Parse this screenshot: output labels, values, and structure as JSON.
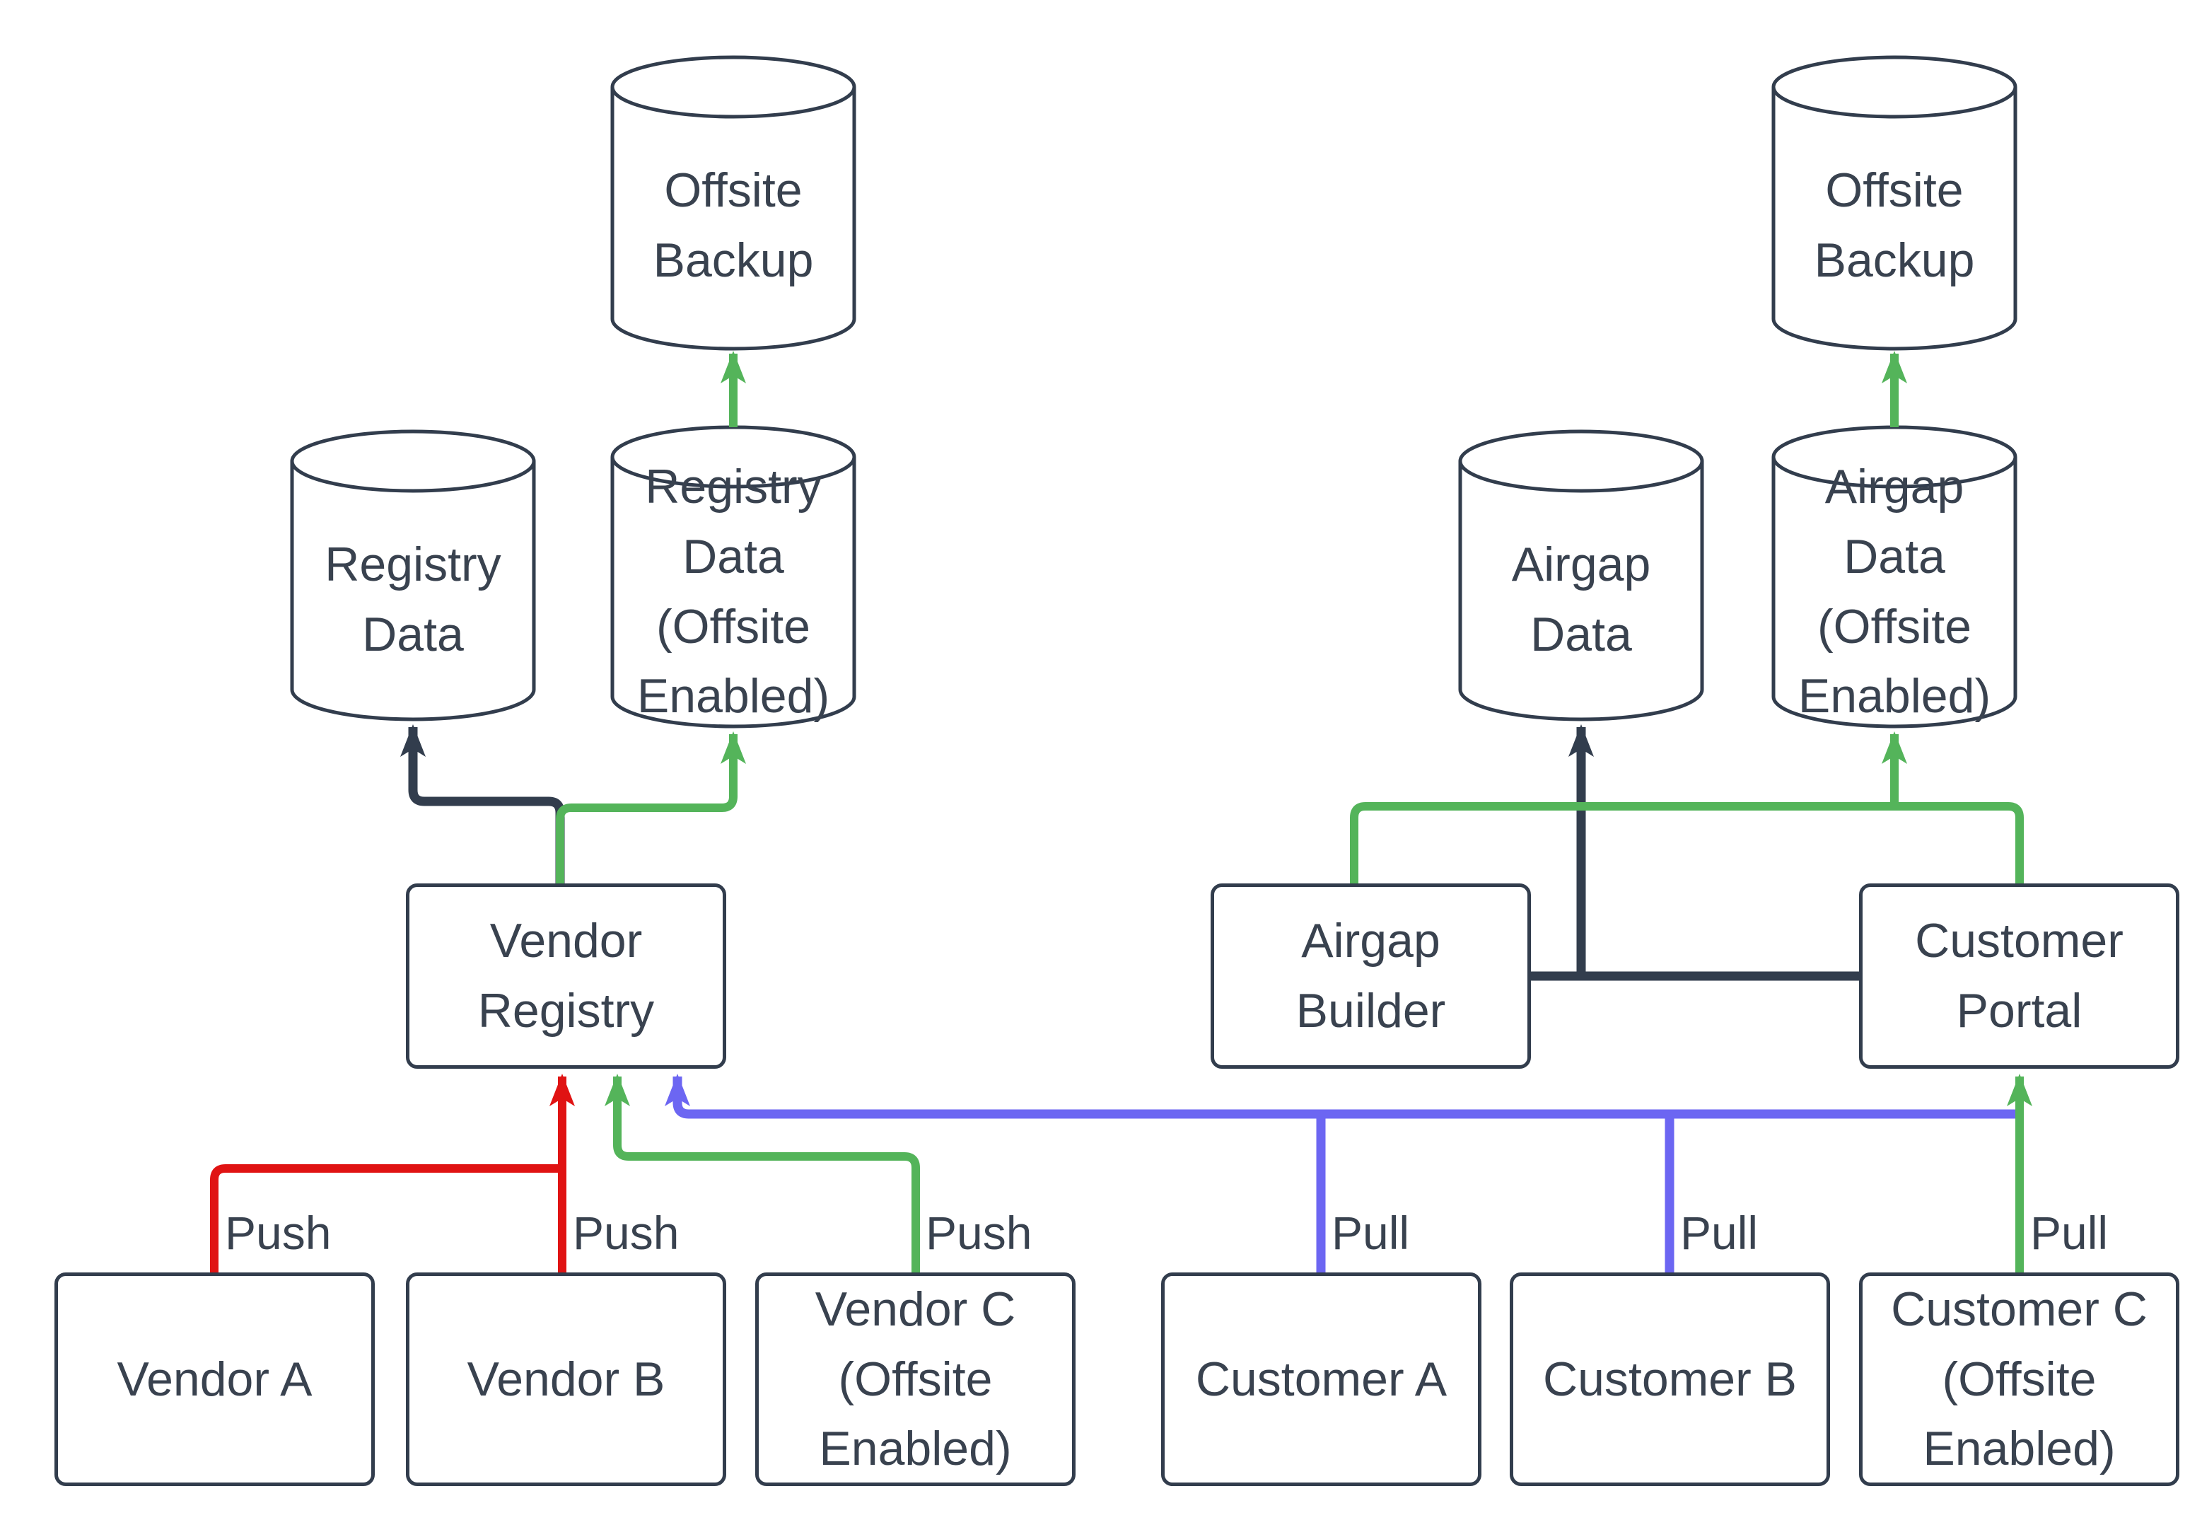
{
  "diagram_title": "",
  "colors": {
    "dark": "#323d4d",
    "red": "#e01313",
    "green": "#54b45a",
    "purple": "#6c66f2",
    "background": "#ffffff",
    "text": "#39424f"
  },
  "nodes": {
    "offsite_backup_left": {
      "label": "Offsite\nBackup",
      "shape": "cylinder"
    },
    "registry_data": {
      "label": "Registry\nData",
      "shape": "cylinder"
    },
    "registry_data_offsite": {
      "label": "Registry\nData\n(Offsite\nEnabled)",
      "shape": "cylinder"
    },
    "vendor_registry": {
      "label": "Vendor\nRegistry",
      "shape": "box"
    },
    "vendor_a": {
      "label": "Vendor A",
      "shape": "box"
    },
    "vendor_b": {
      "label": "Vendor B",
      "shape": "box"
    },
    "vendor_c": {
      "label": "Vendor C\n(Offsite\nEnabled)",
      "shape": "box"
    },
    "airgap_data": {
      "label": "Airgap\nData",
      "shape": "cylinder"
    },
    "airgap_data_offsite": {
      "label": "Airgap\nData\n(Offsite\nEnabled)",
      "shape": "cylinder"
    },
    "offsite_backup_right": {
      "label": "Offsite\nBackup",
      "shape": "cylinder"
    },
    "airgap_builder": {
      "label": "Airgap\nBuilder",
      "shape": "box"
    },
    "customer_portal": {
      "label": "Customer\nPortal",
      "shape": "box"
    },
    "customer_a": {
      "label": "Customer A",
      "shape": "box"
    },
    "customer_b": {
      "label": "Customer B",
      "shape": "box"
    },
    "customer_c": {
      "label": "Customer C\n(Offsite\nEnabled)",
      "shape": "box"
    }
  },
  "edge_labels": {
    "push_vendor_a": "Push",
    "push_vendor_b": "Push",
    "push_vendor_c": "Push",
    "pull_customer_a": "Pull",
    "pull_customer_b": "Pull",
    "pull_customer_c": "Pull"
  }
}
